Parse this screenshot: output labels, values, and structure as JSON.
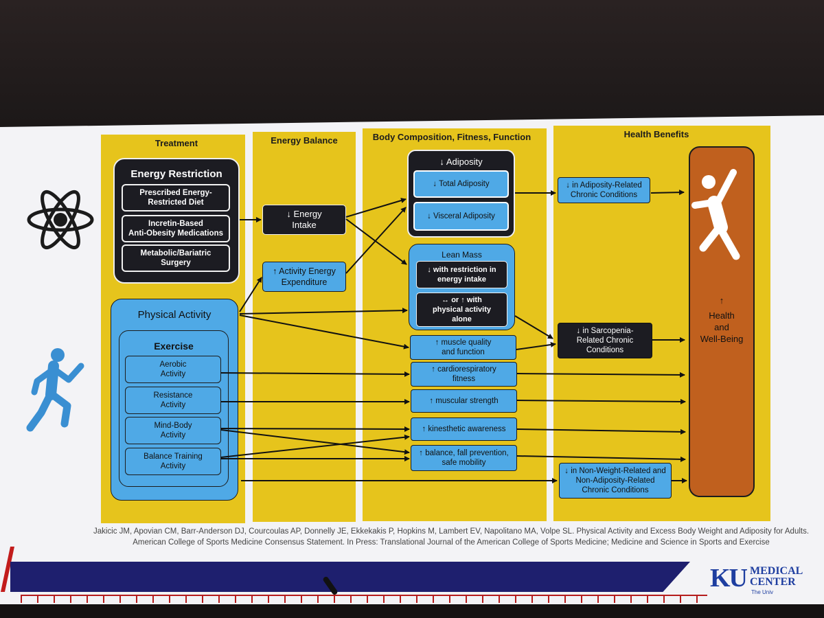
{
  "columns": {
    "treatment": "Treatment",
    "energy_balance": "Energy Balance",
    "body": "Body Composition, Fitness, Function",
    "health": "Health Benefits"
  },
  "energy_restriction": {
    "title": "Energy Restriction",
    "items": [
      "Prescribed Energy-\nRestricted Diet",
      "Incretin-Based\nAnti-Obesity Medications",
      "Metabolic/Bariatric\nSurgery"
    ]
  },
  "physical_activity": {
    "title": "Physical Activity",
    "exercise_title": "Exercise",
    "items": [
      "Aerobic\nActivity",
      "Resistance\nActivity",
      "Mind-Body\nActivity",
      "Balance Training\nActivity"
    ]
  },
  "energy_intake": "↓ Energy\nIntake",
  "activity_expenditure": "↑ Activity Energy\nExpenditure",
  "adiposity": {
    "title": "↓ Adiposity",
    "total": "↓ Total Adiposity",
    "visceral": "↓ Visceral Adiposity"
  },
  "lean_mass": {
    "title": "Lean Mass",
    "restriction": "↓ with restriction in\nenergy intake",
    "activity": "↔ or ↑ with\nphysical activity\nalone"
  },
  "fitness": {
    "muscle_quality": "↑ muscle quality\nand function",
    "cardio": "↑ cardiorespiratory\nfitness",
    "strength": "↑ muscular strength",
    "kinesthetic": "↑ kinesthetic awareness",
    "balance": "↑ balance, fall prevention,\nsafe mobility"
  },
  "benefits": {
    "adiposity_related": "↓ in Adiposity-Related\nChronic Conditions",
    "sarcopenia": "↓ in Sarcopenia-\nRelated Chronic\nConditions",
    "non_weight": "↓ in Non-Weight-Related and\nNon-Adiposity-Related\nChronic Conditions"
  },
  "health_box": {
    "arrow": "↑",
    "label": "Health\nand\nWell-Being"
  },
  "citation": [
    "Jakicic JM, Apovian CM, Barr-Anderson DJ, Courcoulas AP, Donnelly JE, Ekkekakis P, Hopkins M, Lambert EV, Napolitano MA, Volpe SL. Physical Activity and Excess Body Weight and Adiposity for Adults.",
    "American College of Sports Medicine Consensus Statement. In Press: Translational Journal of the American College of Sports Medicine; Medicine and Science in Sports and Exercise"
  ],
  "logo": {
    "mark": "KU",
    "text": "MEDICAL\nCENTER",
    "sub": "The Univ"
  },
  "icons": [
    "atom-icon",
    "runner-icon",
    "person-celebrating-icon"
  ],
  "colors": {
    "column_bg": "#e6c41c",
    "dark_box": "#1c1c22",
    "blue_box": "#4fa9e6",
    "health_box": "#c0601e",
    "footer_bar": "#1e1f6e"
  }
}
